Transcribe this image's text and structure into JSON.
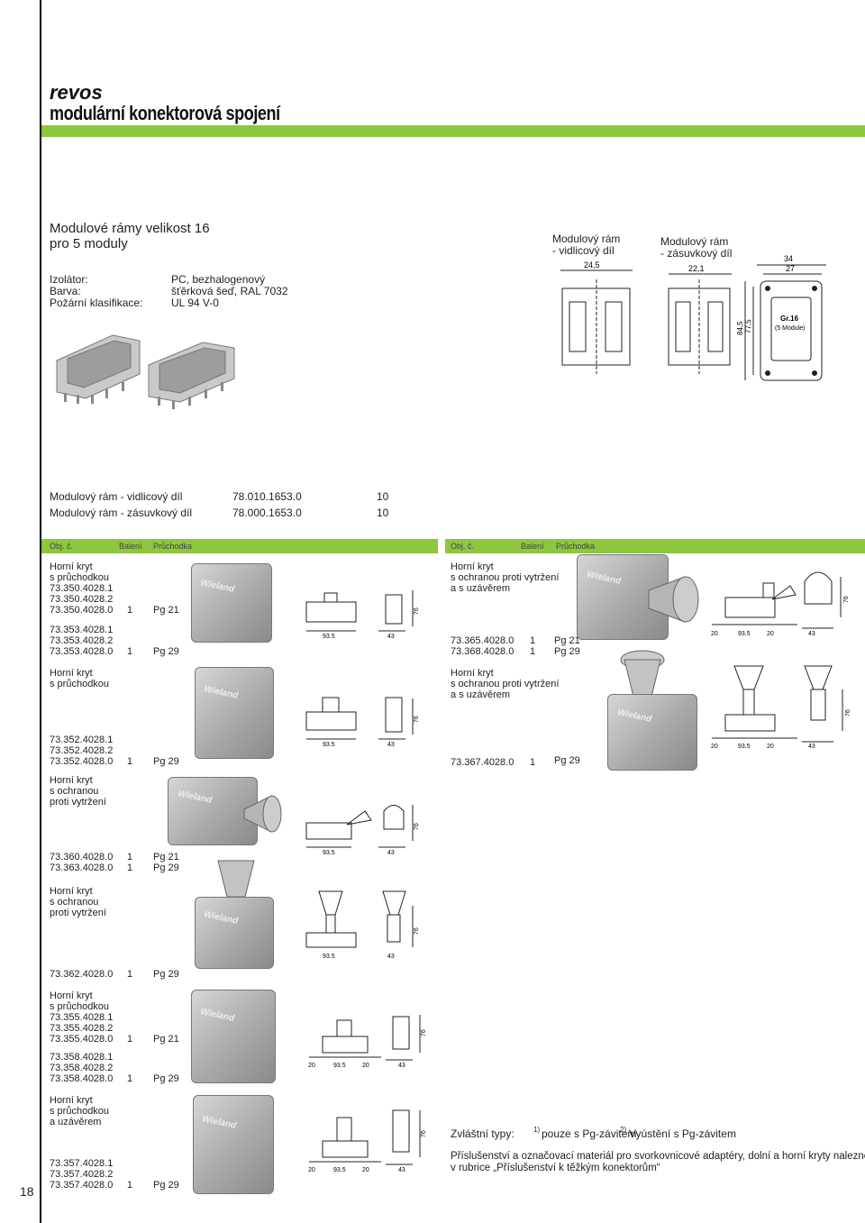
{
  "header": {
    "brand": "revos",
    "subtitle": "modulární konektorová spojení"
  },
  "page_number": "18",
  "frames": {
    "title": "Modulové rámy velikost 16\npro 5 moduly",
    "specs": [
      {
        "label": "Izolátor:",
        "value": "PC, bezhalogenový"
      },
      {
        "label": "Barva:",
        "value": "šťěrková šeď, RAL 7032"
      },
      {
        "label": "Požární klasifikace:",
        "value": "UL 94 V-0"
      }
    ],
    "diagram_captions": {
      "male": "Modulový rám\n- vidlicový díl",
      "female": "Modulový rám\n- zásuvkový díl"
    },
    "dims": {
      "d1": "24,5",
      "d2": "22,1",
      "d3": "34",
      "d4": "27",
      "d5": "84,5",
      "d6": "77,5",
      "gr": "Gr.16",
      "mod": "(5 Module)"
    },
    "rows": [
      {
        "name": "Modulový rám - vidlicový díl",
        "code": "78.010.1653.0",
        "qty": "10"
      },
      {
        "name": "Modulový rám - zásuvkový díl",
        "code": "78.000.1653.0",
        "qty": "10"
      }
    ]
  },
  "table_header": {
    "obj": "Obj. č.",
    "baleni": "Balení",
    "pruchodka": "Průchodka"
  },
  "dims_common": {
    "w": "93.5",
    "d": "43",
    "h": "76",
    "side": "20"
  },
  "left_sections": [
    {
      "title": "Horní kryt\ns průchodkou",
      "groups": [
        {
          "codes": "73.350.4028.1\n73.350.4028.2\n73.350.4028.0",
          "pack": "1",
          "gland": "Pg 21"
        },
        {
          "codes": "73.353.4028.1\n73.353.4028.2\n73.353.4028.0",
          "pack": "1",
          "gland": "Pg 29"
        }
      ]
    },
    {
      "title": "Horní kryt\ns průchodkou",
      "groups": [
        {
          "codes": "73.352.4028.1\n73.352.4028.2\n73.352.4028.0",
          "pack": "1",
          "gland": "Pg 29"
        }
      ]
    },
    {
      "title": "Horní kryt\ns ochranou\nproti vytržení",
      "groups": [
        {
          "codes": "73.360.4028.0\n73.363.4028.0",
          "pack": "1\n1",
          "gland": "Pg 21\nPg 29"
        }
      ]
    },
    {
      "title": "Horní kryt\ns ochranou\nproti vytržení",
      "groups": [
        {
          "codes": "73.362.4028.0",
          "pack": "1",
          "gland": "Pg 29"
        }
      ]
    },
    {
      "title": "Horní kryt\ns průchodkou",
      "groups": [
        {
          "codes": "73.355.4028.1\n73.355.4028.2\n73.355.4028.0",
          "pack": "1",
          "gland": "Pg 21"
        },
        {
          "codes": "73.358.4028.1\n73.358.4028.2\n73.358.4028.0",
          "pack": "1",
          "gland": "Pg 29"
        }
      ]
    },
    {
      "title": "Horní kryt\ns průchodkou\na uzávěrem",
      "groups": [
        {
          "codes": "73.357.4028.1\n73.357.4028.2\n73.357.4028.0",
          "pack": "1",
          "gland": "Pg 29"
        }
      ]
    }
  ],
  "right_sections": [
    {
      "title": "Horní kryt\ns ochranou proti vytržení\na s uzávěrem",
      "groups": [
        {
          "codes": "73.365.4028.0\n73.368.4028.0",
          "pack": "1\n1",
          "gland": "Pg 21\nPg 29"
        }
      ]
    },
    {
      "title": "Horní kryt\ns ochranou proti vytržení\na s uzávěrem",
      "groups": [
        {
          "codes": "73.367.4028.0",
          "pack": "1",
          "gland": "Pg 29"
        }
      ]
    }
  ],
  "brand_mark": "Wieland",
  "footnotes": {
    "label": "Zvláštní typy:",
    "n1": "1)",
    "t1": "pouze s Pg-závitem",
    "n2": "2)",
    "t2": "Vyústění s Pg-závitem",
    "accessories": "Příslušenství a označovací materiál pro svorkovnicové adaptéry, dolní a horní kryty naleznete\nv rubrice „Příslušenství k těžkým konektorům“"
  }
}
